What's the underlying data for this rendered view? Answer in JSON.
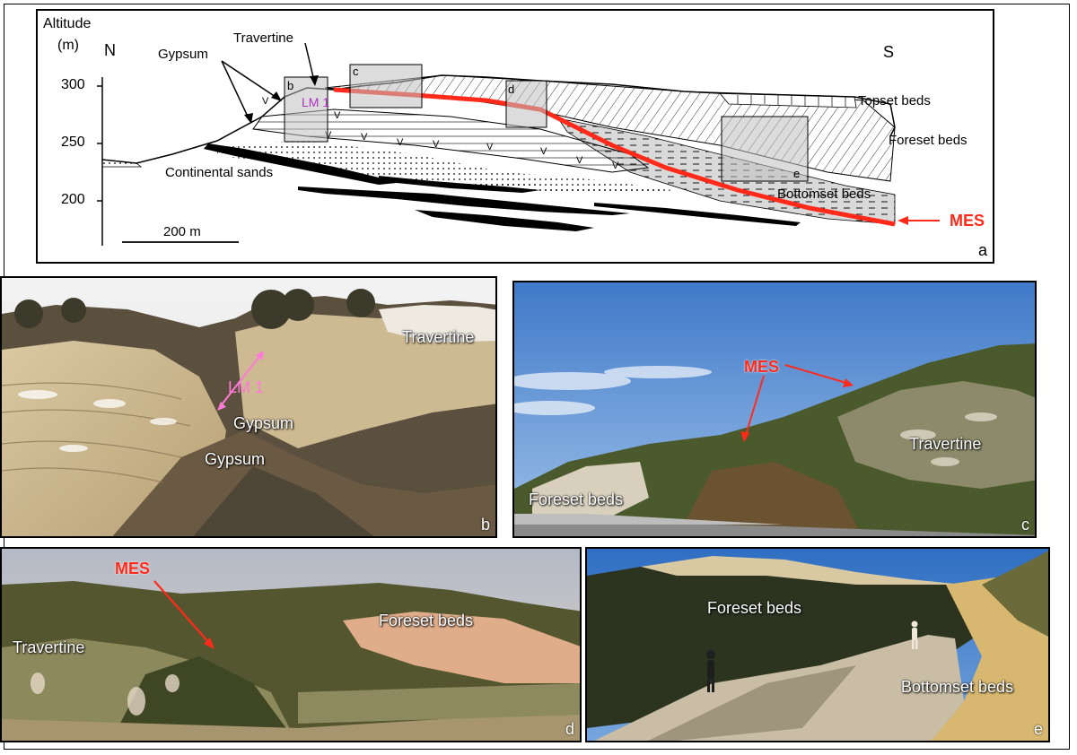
{
  "panel_a": {
    "altitude_label": "Altitude",
    "unit_label": "(m)",
    "north": "N",
    "south": "S",
    "y_ticks": [
      "300",
      "250",
      "200"
    ],
    "labels": {
      "travertine": "Travertine",
      "gypsum": "Gypsum",
      "lm1": "LM 1",
      "continental_sands": "Continental sands",
      "topset": "Topset beds",
      "foreset": "Foreset beds",
      "bottomset": "Bottomset beds",
      "mes": "MES"
    },
    "scale_bar": "200 m",
    "box_b": "b",
    "box_c": "c",
    "box_d": "d",
    "box_e": "e",
    "panel_letter": "a"
  },
  "panel_b": {
    "travertine": "Travertine",
    "lm1": "LM 1",
    "gypsum_upper": "Gypsum",
    "gypsum_lower": "Gypsum",
    "letter": "b"
  },
  "panel_c": {
    "mes": "MES",
    "travertine": "Travertine",
    "foreset": "Foreset beds",
    "letter": "c"
  },
  "panel_d": {
    "mes": "MES",
    "travertine": "Travertine",
    "foreset": "Foreset beds",
    "letter": "d"
  },
  "panel_e": {
    "foreset": "Foreset beds",
    "bottomset": "Bottomset beds",
    "letter": "e"
  },
  "colors": {
    "mes_red": "#ff2a1a",
    "lm1_pink": "#ff7ad6",
    "sky": "#6f9fd8"
  }
}
